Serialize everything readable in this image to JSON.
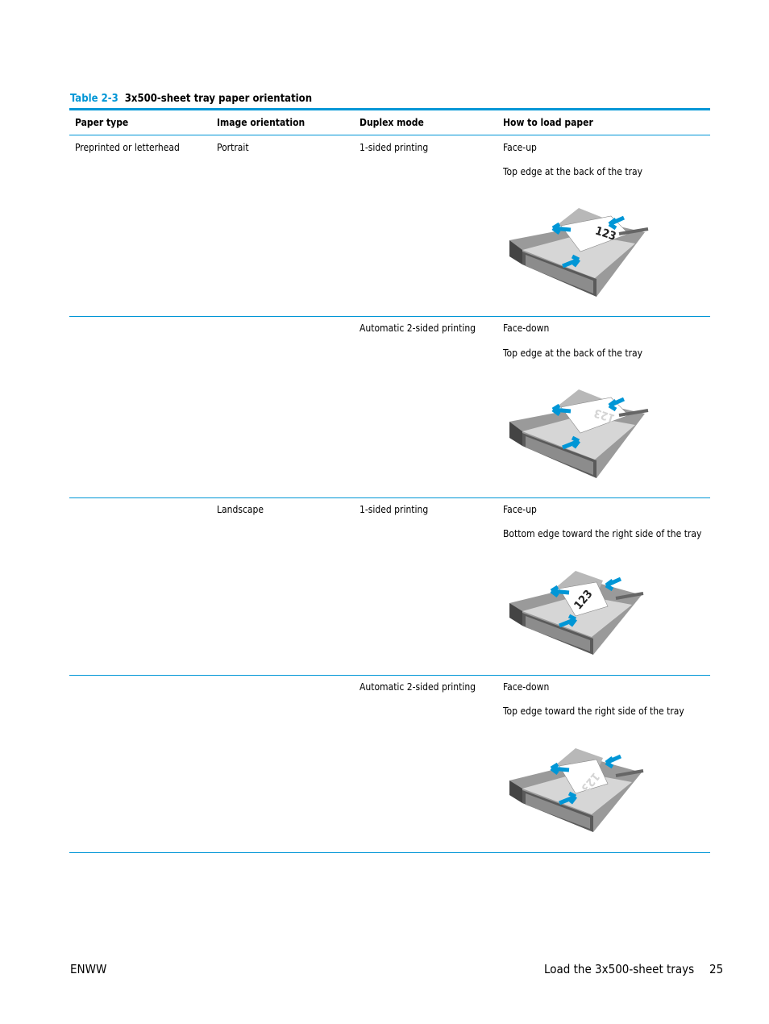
{
  "table": {
    "caption_number": "Table 2-3",
    "caption_title": "3x500-sheet tray paper orientation",
    "headers": [
      "Paper type",
      "Image orientation",
      "Duplex mode",
      "How to load paper"
    ],
    "rows": [
      {
        "paper_type": "Preprinted or letterhead",
        "orientation": "Portrait",
        "duplex": "1-sided printing",
        "load_1": "Face-up",
        "load_2": "Top edge at the back of the tray",
        "sheet_text": "123"
      },
      {
        "paper_type": "",
        "orientation": "",
        "duplex": "Automatic 2-sided printing",
        "load_1": "Face-down",
        "load_2": "Top edge at the back of the tray",
        "sheet_text": "123"
      },
      {
        "paper_type": "",
        "orientation": "Landscape",
        "duplex": "1-sided printing",
        "load_1": "Face-up",
        "load_2": "Bottom edge toward the right side of the tray",
        "sheet_text": "123"
      },
      {
        "paper_type": "",
        "orientation": "",
        "duplex": "Automatic 2-sided printing",
        "load_1": "Face-down",
        "load_2": "Top edge toward the right side of the tray",
        "sheet_text": "123"
      }
    ]
  },
  "footer": {
    "left": "ENWW",
    "section": "Load the 3x500-sheet trays",
    "page": "25"
  },
  "colors": {
    "accent": "#0096d6"
  }
}
